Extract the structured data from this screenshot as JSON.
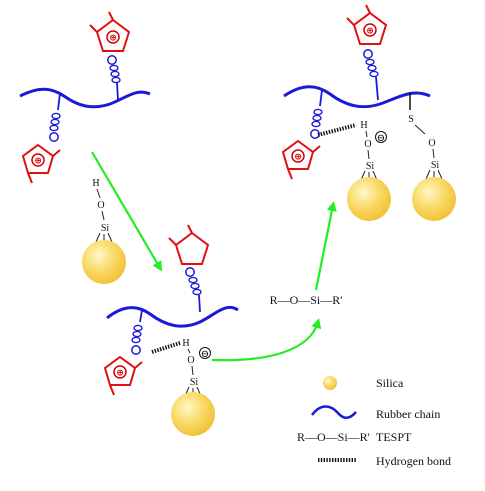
{
  "colors": {
    "rubber_chain": "#1a1adb",
    "imidazolium_ring": "#e01010",
    "alkyl_link": "#1a1adb",
    "arrow": "#22ee22",
    "silica_light": "#fff8c8",
    "silica_dark": "#f2c33a",
    "bond": "#222222"
  },
  "icons": [
    "imidazolium-ring-icon",
    "silica-particle-icon",
    "rubber-chain-icon",
    "hydrogen-bond-icon",
    "green-arrow-icon"
  ],
  "atoms": {
    "h": "H",
    "o": "O",
    "si": "Si",
    "s": "S",
    "anion": "⊖",
    "cation": "⊕"
  },
  "tespt_formula": "R—O—Si—R'",
  "legend": {
    "silica": "Silica",
    "rubber_chain": "Rubber chain",
    "tespt_formula": "R—O—Si—R'",
    "tespt": "TESPT",
    "hydrogen_bond": "Hydrogen bond"
  }
}
